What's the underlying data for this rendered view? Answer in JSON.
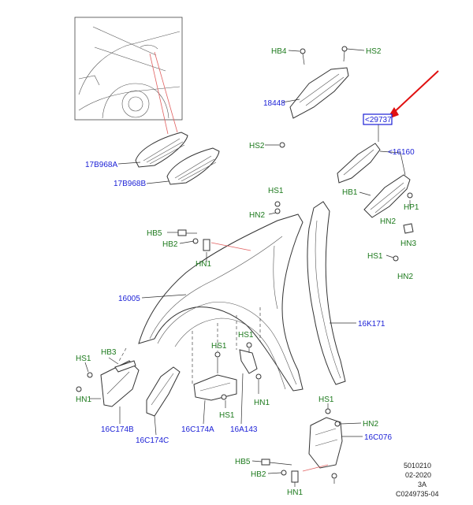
{
  "labels": {
    "hb4": "HB4",
    "hs2_top": "HS2",
    "p18448": "18448",
    "hs2_mid": "HS2",
    "p29737": "29737",
    "p16160": "<16160",
    "hb1": "HB1",
    "hp1": "HP1",
    "hn2_right": "HN2",
    "hn3": "HN3",
    "hs1_right": "HS1",
    "hn2_right2": "HN2",
    "p17b968a": "17B968A",
    "p17b968b": "17B968B",
    "hs1_top": "HS1",
    "hn2_top": "HN2",
    "hb5_top": "HB5",
    "hb2_top": "HB2",
    "hn1_top": "HN1",
    "p16005": "16005",
    "p16k171": "16K171",
    "hs1_left": "HS1",
    "hb3": "HB3",
    "hn1_left": "HN1",
    "hs1_mid": "HS1",
    "hs1_mid2": "HS1",
    "hn1_mid": "HN1",
    "hs1_mid3": "HS1",
    "p16c174b": "16C174B",
    "p16c174c": "16C174C",
    "p16c174a": "16C174A",
    "p16a143": "16A143",
    "hs1_br": "HS1",
    "hn2_br": "HN2",
    "p16c076": "16C076",
    "hb5_bot": "HB5",
    "hb2_bot": "HB2",
    "hn1_bot": "HN1"
  },
  "reference": {
    "line1": "5010210",
    "line2": "02-2020",
    "line3": "3A",
    "line4": "C0249735-04"
  },
  "colors": {
    "part_number": "#1a1fd6",
    "hardware": "#1d7a1d",
    "highlight_arrow": "#e01010"
  }
}
